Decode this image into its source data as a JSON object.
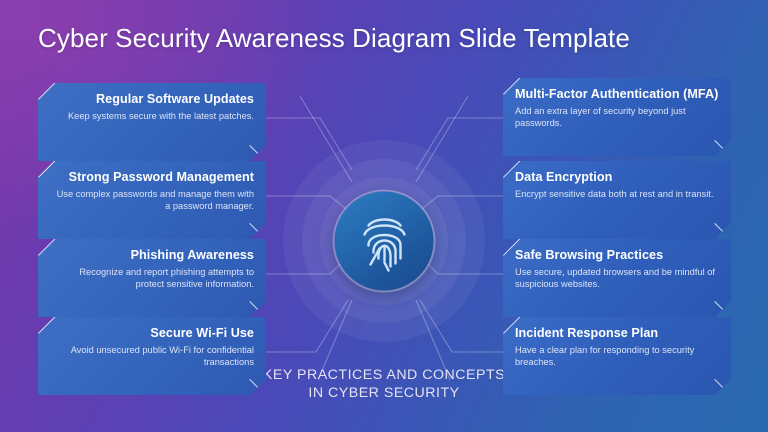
{
  "slide": {
    "title": "Cyber Security Awareness Diagram Slide Template",
    "center_caption_line1": "KEY PRACTICES AND CONCEPTS",
    "center_caption_line2": "IN CYBER SECURITY",
    "center_icon": "fingerprint-icon",
    "colors": {
      "background_start": "#7B35A6",
      "background_end": "#2A6BB0",
      "card_fill": "#3566BD",
      "core_fill": "#2468AE",
      "title_text": "#FFFFFF",
      "body_text": "#DCE4F6"
    }
  },
  "left_cards": [
    {
      "title": "Regular Software Updates",
      "description": "Keep systems secure with the latest patches."
    },
    {
      "title": "Strong Password Management",
      "description": "Use complex passwords and manage them with a password manager."
    },
    {
      "title": "Phishing Awareness",
      "description": "Recognize and report phishing attempts to protect sensitive information."
    },
    {
      "title": "Secure Wi-Fi Use",
      "description": "Avoid unsecured public Wi-Fi for confidential transactions"
    }
  ],
  "right_cards": [
    {
      "title": "Multi-Factor Authentication (MFA)",
      "description": "Add an extra layer of security beyond just passwords."
    },
    {
      "title": "Data Encryption",
      "description": "Encrypt sensitive data both at rest and in transit."
    },
    {
      "title": "Safe Browsing Practices",
      "description": "Use secure, updated browsers and be mindful of suspicious websites."
    },
    {
      "title": "Incident Response Plan",
      "description": "Have a clear plan for responding to security breaches."
    }
  ]
}
